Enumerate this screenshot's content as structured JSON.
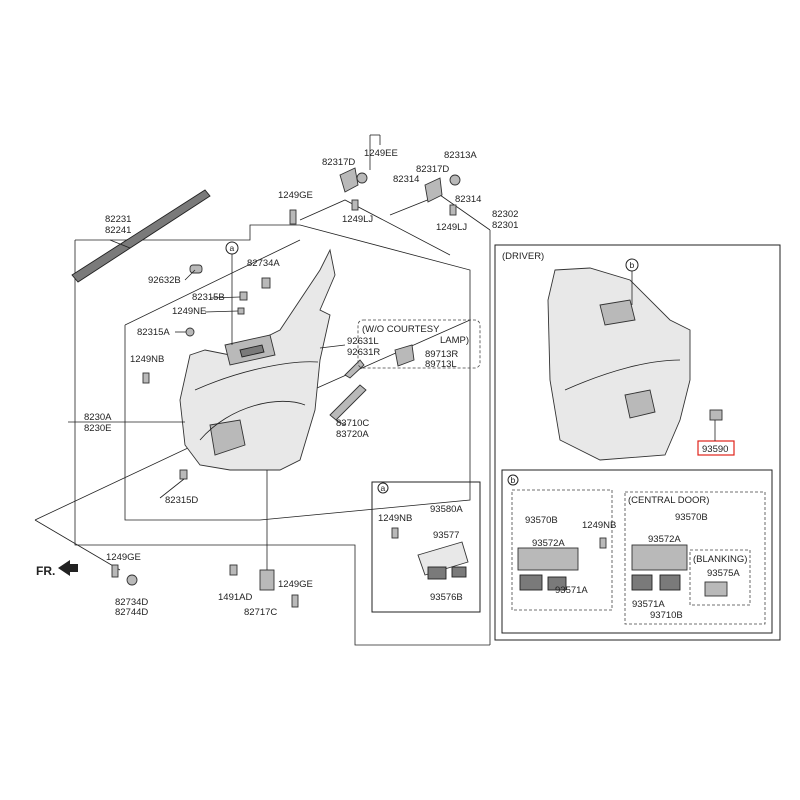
{
  "labels": {
    "p82231": "82231",
    "p82241": "82241",
    "p92632B": "92632B",
    "p82315B": "82315B",
    "p1249NE": "1249NE",
    "p82315A": "82315A",
    "p1249NB_l": "1249NB",
    "p8230A": "8230A",
    "p8230E": "8230E",
    "p82315D": "82315D",
    "p82734A": "82734A",
    "p1249GE_top": "1249GE",
    "p82317D_a": "82317D",
    "p1249EE": "1249EE",
    "p82314_a": "82314",
    "p82317D_b": "82317D",
    "p82313A": "82313A",
    "p82314_b": "82314",
    "p1249LJ_a": "1249LJ",
    "p1249LJ_b": "1249LJ",
    "p82302": "82302",
    "p82301": "82301",
    "p92631L": "92631L",
    "p92631R": "92631R",
    "wo_courtesy_1": "(W/O COURTESY",
    "wo_courtesy_2": "LAMP)",
    "p89713R": "89713R",
    "p89713L": "89713L",
    "p83710C": "83710C",
    "p83720A": "83720A",
    "fr": "FR.",
    "p1249GE_bl": "1249GE",
    "p82734D": "82734D",
    "p82744D": "82744D",
    "p1491AD": "1491AD",
    "p82717C": "82717C",
    "p1249GE_b": "1249GE",
    "driver": "(DRIVER)",
    "p93590": "93590",
    "callout_a": "a",
    "callout_b": "b",
    "a_1249NB": "1249NB",
    "a_93580A": "93580A",
    "a_93577": "93577",
    "a_93576B": "93576B",
    "b_93570B_l": "93570B",
    "b_1249NB": "1249NB",
    "b_93572A_l": "93572A",
    "b_93571A_l": "93571A",
    "central_door": "(CENTRAL DOOR)",
    "b_93570B_r": "93570B",
    "b_93572A_r": "93572A",
    "blanking": "(BLANKING)",
    "b_93575A": "93575A",
    "b_93571A_r": "93571A",
    "b_93710B": "93710B"
  },
  "colors": {
    "line": "#222222",
    "highlight": "#e0231a",
    "part_fill": "#e8e8e8",
    "part_dark": "#7a7a7a"
  },
  "icons": [
    "fr-arrow-icon",
    "callout-a-icon",
    "callout-b-icon"
  ]
}
